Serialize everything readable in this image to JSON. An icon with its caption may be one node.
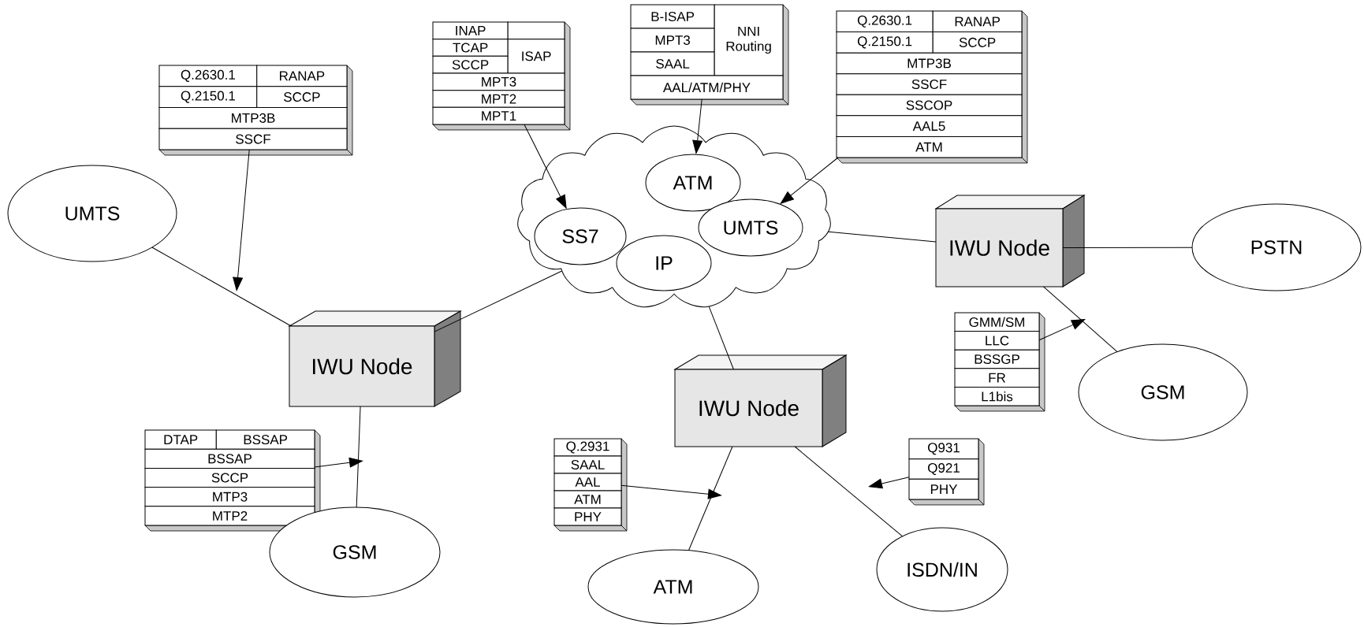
{
  "diagram": {
    "nodes": [
      {
        "text": [
          "Q.2630.1",
          "RANAP",
          "Q.2150.1",
          "SCCP",
          "MTP3B",
          "SSCF"
        ]
      },
      {
        "text": [
          "INAP",
          "TCAP",
          "SCCP",
          "ISAP",
          "MPT3",
          "MPT2",
          "MPT1"
        ]
      },
      {
        "text": [
          "B-ISAP",
          "MPT3",
          "SAAL",
          "NNI Routing",
          "AAL/ATM/PHY"
        ]
      },
      {
        "text": [
          "Q.2630.1",
          "RANAP",
          "Q.2150.1",
          "SCCP",
          "MTP3B",
          "SSCF",
          "SSCOP",
          "AAL5",
          "ATM"
        ]
      },
      {
        "text": [
          "UMTS"
        ]
      },
      {
        "text": [],
        "shape": "cloud"
      },
      {
        "text": [
          "ATM"
        ],
        "in": 5
      },
      {
        "text": [
          "SS7"
        ],
        "in": 5
      },
      {
        "text": [
          "UMTS"
        ],
        "in": 5
      },
      {
        "text": [
          "IP"
        ],
        "in": 5
      },
      {
        "text": [
          "IWU Node"
        ]
      },
      {
        "text": [
          "PSTN"
        ]
      },
      {
        "text": [
          "GMM/SM",
          "LLC",
          "BSSGP",
          "FR",
          "L1bis"
        ]
      },
      {
        "text": [
          "IWU Node"
        ]
      },
      {
        "text": [
          "GSM"
        ]
      },
      {
        "text": [
          "IWU Node"
        ]
      },
      {
        "text": [
          "DTAP",
          "BSSAP",
          "BSSAP",
          "SCCP",
          "MTP3",
          "MTP2"
        ]
      },
      {
        "text": [
          "Q.2931",
          "SAAL",
          "AAL",
          "ATM",
          "PHY"
        ]
      },
      {
        "text": [
          "Q931",
          "Q921",
          "PHY"
        ]
      },
      {
        "text": [
          "GSM"
        ]
      },
      {
        "text": [
          "ATM"
        ]
      },
      {
        "text": [
          "ISDN/IN"
        ]
      }
    ],
    "edges": [
      {
        "from": 4,
        "to": 13,
        "arrow": "none"
      },
      {
        "from": 13,
        "to": 5,
        "arrow": "none"
      },
      {
        "from": 5,
        "to": 15,
        "arrow": "none"
      },
      {
        "from": 5,
        "to": 10,
        "arrow": "none"
      },
      {
        "from": 10,
        "to": 11,
        "arrow": "none"
      },
      {
        "from": 10,
        "to": 14,
        "arrow": "none"
      },
      {
        "from": 13,
        "to": 19,
        "arrow": "none"
      },
      {
        "from": 15,
        "to": 20,
        "arrow": "none"
      },
      {
        "from": 15,
        "to": 21,
        "arrow": "none"
      },
      {
        "from": 0,
        "to": null,
        "arrow": "to"
      },
      {
        "from": 1,
        "to": 7,
        "arrow": "to"
      },
      {
        "from": 2,
        "to": 6,
        "arrow": "to"
      },
      {
        "from": 3,
        "to": 8,
        "arrow": "to"
      },
      {
        "from": 12,
        "to": null,
        "arrow": "to"
      },
      {
        "from": 16,
        "to": null,
        "arrow": "to"
      },
      {
        "from": 17,
        "to": null,
        "arrow": "to"
      },
      {
        "from": 18,
        "to": null,
        "arrow": "to"
      }
    ]
  }
}
